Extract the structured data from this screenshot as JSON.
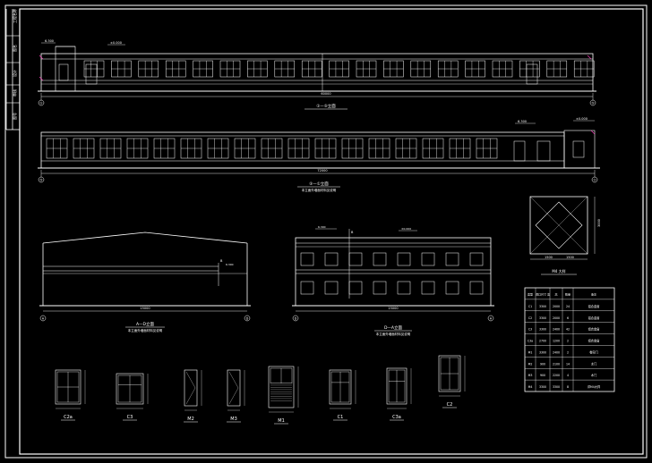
{
  "colors": {
    "background": "#000000",
    "line": "#ffffff",
    "dimension": "#dcdcdc",
    "hatch": "#ff40c0",
    "accent": "#40ff40"
  },
  "elevations": {
    "front_title": "①—⑤立面",
    "back_title": "⑤—①立面",
    "back_subtitle": "本立面外墙面材料见说明",
    "side_a_title": "A—D立面",
    "side_a_subtitle": "本立面外墙面材料见说明",
    "side_b_title": "D—A立面",
    "side_b_subtitle": "本立面外墙面材料见说明",
    "axis_start": "①",
    "axis_end": "⑤",
    "axis_a": "A",
    "axis_d": "D",
    "axis_b": "B",
    "front_total_dim": "60000",
    "back_total_dim": "72000",
    "side_dim": "15000",
    "side_b_dim": "15000",
    "roof_label": "±0.000",
    "eave_label": "6.300"
  },
  "details": {
    "plan_title": "M4 大样",
    "plan_dim_w": "1500",
    "plan_dim_w2": "1500",
    "plan_dim_h": "3000"
  },
  "schedule": {
    "headers": [
      "类型",
      "洞口尺寸 宽",
      "高",
      "数量",
      "备注"
    ],
    "rows": [
      [
        "C1",
        "3300",
        "2000",
        "24",
        "铝合金窗"
      ],
      [
        "C2",
        "3300",
        "2000",
        "6",
        "铝合金窗"
      ],
      [
        "C3",
        "3300",
        "2400",
        "42",
        "铝合金窗"
      ],
      [
        "C3a",
        "2700",
        "1200",
        "2",
        "铝合金窗"
      ],
      [
        "M1",
        "3300",
        "2400",
        "2",
        "卷帘门"
      ],
      [
        "M2",
        "900",
        "2100",
        "14",
        "木门"
      ],
      [
        "M3",
        "900",
        "2200",
        "4",
        "木门"
      ],
      [
        "M4",
        "3300",
        "3300",
        "8",
        "详M4大样"
      ]
    ]
  },
  "window_labels": [
    "C2a",
    "C3",
    "M2",
    "M3",
    "M1",
    "C1",
    "C3a",
    "C2"
  ],
  "title_block": [
    "工程名称",
    "图名",
    "设计",
    "审核",
    "图号"
  ]
}
